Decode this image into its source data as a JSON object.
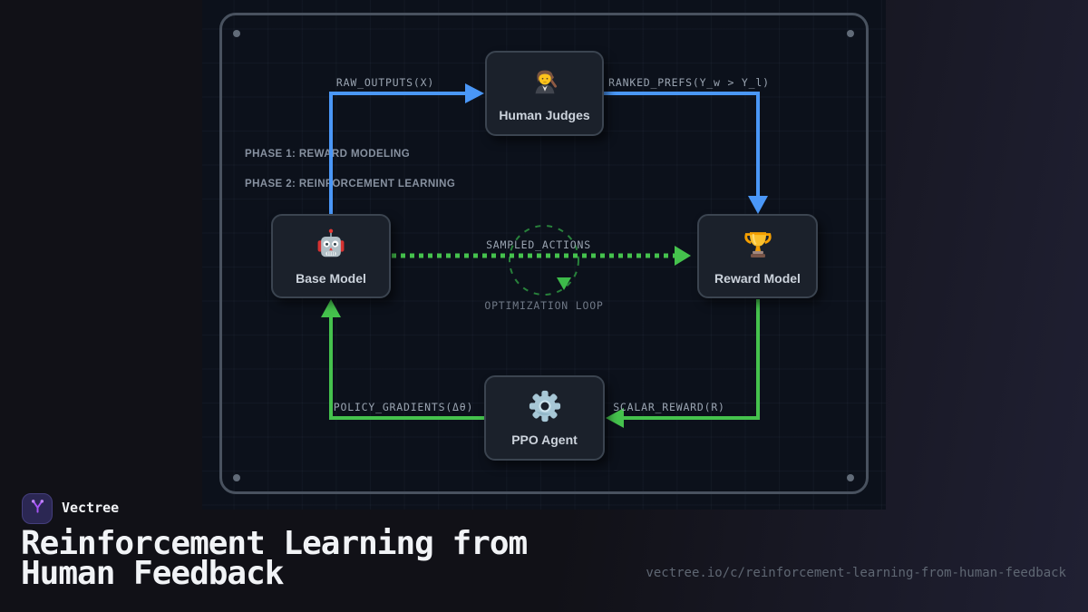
{
  "brand": {
    "name": "Vectree"
  },
  "title": "Reinforcement Learning from Human Feedback",
  "footer_url": "vectree.io/c/reinforcement-learning-from-human-feedback",
  "diagram": {
    "phase1_label": "PHASE 1: REWARD MODELING",
    "phase2_label": "PHASE 2: REINFORCEMENT LEARNING",
    "loop_label": "OPTIMIZATION LOOP",
    "nodes": [
      {
        "id": "human-judges",
        "label": "Human Judges",
        "icon": "judge-icon"
      },
      {
        "id": "base-model",
        "label": "Base Model",
        "icon": "robot-icon"
      },
      {
        "id": "reward-model",
        "label": "Reward Model",
        "icon": "trophy-icon"
      },
      {
        "id": "ppo-agent",
        "label": "PPO Agent",
        "icon": "gear-icon"
      }
    ],
    "edges": [
      {
        "id": "raw-outputs",
        "label": "RAW_OUTPUTS(X)",
        "from": "base-model",
        "to": "human-judges",
        "color": "#4a97f7",
        "style": "solid"
      },
      {
        "id": "ranked-prefs",
        "label": "RANKED_PREFS(Y_w > Y_l)",
        "from": "human-judges",
        "to": "reward-model",
        "color": "#4a97f7",
        "style": "solid"
      },
      {
        "id": "sampled-actions",
        "label": "SAMPLED_ACTIONS",
        "from": "base-model",
        "to": "reward-model",
        "color": "#45c24d",
        "style": "dotted"
      },
      {
        "id": "scalar-reward",
        "label": "SCALAR_REWARD(R)",
        "from": "reward-model",
        "to": "ppo-agent",
        "color": "#45c24d",
        "style": "solid"
      },
      {
        "id": "policy-gradients",
        "label": "POLICY_GRADIENTS(Δθ)",
        "from": "ppo-agent",
        "to": "base-model",
        "color": "#45c24d",
        "style": "solid"
      }
    ],
    "colors": {
      "blue": "#4a97f7",
      "green": "#45c24d",
      "loop_green": "#2f9e44"
    }
  }
}
